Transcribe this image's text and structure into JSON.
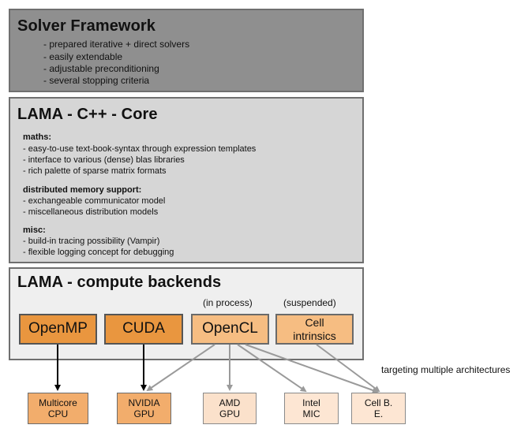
{
  "solver": {
    "title": "Solver Framework",
    "bullets": [
      "- prepared iterative + direct solvers",
      "- easily extendable",
      "- adjustable preconditioning",
      "- several stopping criteria"
    ]
  },
  "core": {
    "title": "LAMA - C++ - Core",
    "sections": [
      {
        "heading": "maths:",
        "lines": [
          "- easy-to-use text-book-syntax through expression templates",
          "- interface to various (dense) blas libraries",
          "- rich palette of sparse matrix formats"
        ]
      },
      {
        "heading": "distributed memory support:",
        "lines": [
          "- exchangeable communicator model",
          "- miscellaneous distribution models"
        ]
      },
      {
        "heading": "misc:",
        "lines": [
          "- build-in tracing possibility (Vampir)",
          "- flexible logging concept for debugging"
        ]
      }
    ]
  },
  "backends": {
    "title": "LAMA - compute backends",
    "note_in_process": "(in process)",
    "note_suspended": "(suspended)",
    "items": [
      "OpenMP",
      "CUDA",
      "OpenCL",
      "Cell intrinsics"
    ]
  },
  "targets": {
    "caption": "targeting multiple architectures",
    "items": [
      "Multicore CPU",
      "NVIDIA GPU",
      "AMD GPU",
      "Intel MIC",
      "Cell B. E."
    ]
  },
  "colors": {
    "solver_bg": "#8f8f8f",
    "core_bg": "#d6d6d6",
    "backends_bg": "#efefef",
    "backend_dark": "#e9963f",
    "backend_light": "#f6bd82",
    "arrow_dark": "#000000",
    "arrow_gray": "#9a9a9a"
  }
}
